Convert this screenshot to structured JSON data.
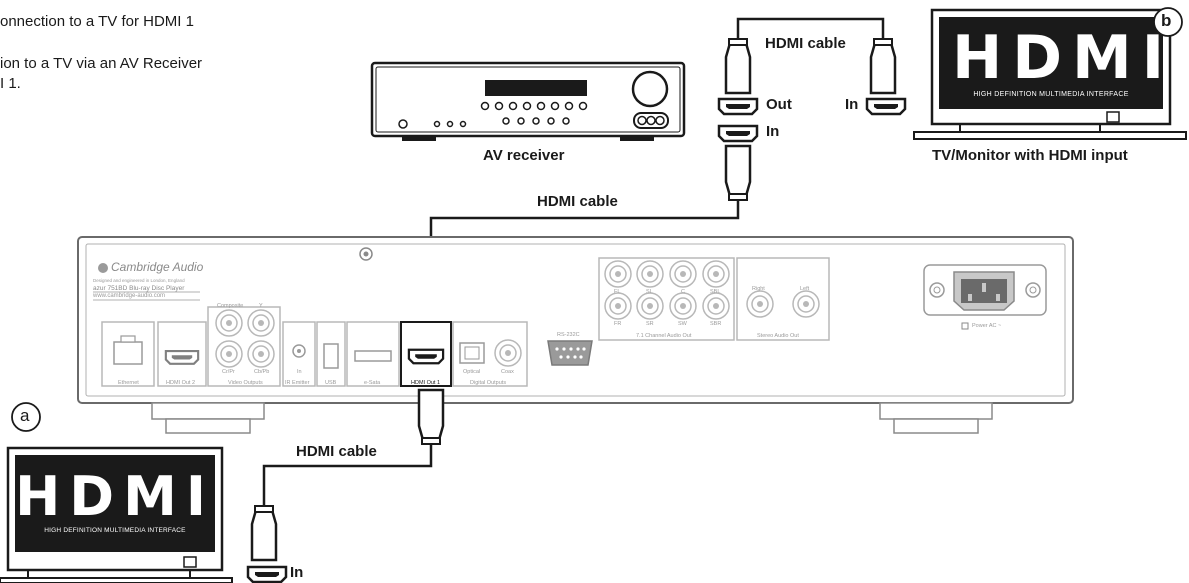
{
  "intro": {
    "line1": "onnection to a TV for HDMI 1",
    "line2": "ion to a TV via an AV Receiver",
    "line3": "I 1."
  },
  "markers": {
    "a": "a",
    "b": "b"
  },
  "cables": {
    "cable1": "HDMI cable",
    "cable2": "HDMI cable",
    "cable3": "HDMI cable"
  },
  "avr": {
    "label": "AV receiver",
    "out": "Out",
    "in": "In"
  },
  "tv_b": {
    "label": "TV/Monitor with HDMI input",
    "in": "In"
  },
  "tv_a": {
    "in": "In"
  },
  "hdmi_logo": {
    "text": "HDMI",
    "tagline": "HIGH DEFINITION MULTIMEDIA INTERFACE"
  },
  "player": {
    "brand": "Cambridge Audio",
    "tagline": "Designed and engineered in London, England",
    "model": "azur 751BD Blu-ray Disc Player",
    "url": "www.cambridge-audio.com",
    "ports": {
      "ethernet": "Ethernet",
      "hdmi_out2": "HDMI Out 2",
      "video_outputs": "Video Outputs",
      "composite": "Composite",
      "y": "Y",
      "cr_pr": "Cr/Pr",
      "cb_pb": "Cb/Pb",
      "ir_emitter": "IR Emitter",
      "ir_in": "In",
      "usb": "USB",
      "esata": "e-Sata",
      "hdmi_out1": "HDMI Out 1",
      "digital_outputs": "Digital Outputs",
      "optical": "Optical",
      "coax": "Coax",
      "rs232c": "RS-232C",
      "channel_audio_out": "7.1 Channel Audio Out",
      "fl": "FL",
      "fr": "FR",
      "sl": "SL",
      "sr": "SR",
      "c": "C",
      "sw": "SW",
      "sbl": "SBL",
      "sbr": "SBR",
      "stereo_audio_out": "Stereo Audio Out",
      "right": "Right",
      "left": "Left",
      "power_ac": "Power AC ~"
    }
  }
}
